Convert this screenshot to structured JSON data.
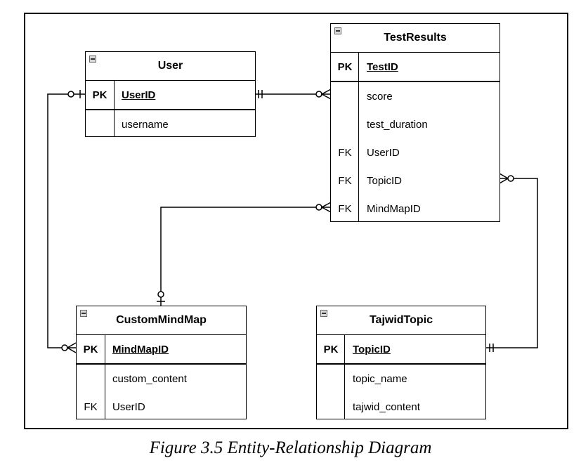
{
  "entities": {
    "user": {
      "name": "User",
      "pk": {
        "key": "PK",
        "attr": "UserID"
      },
      "rows": [
        {
          "key": "",
          "attr": "username"
        }
      ]
    },
    "test_results": {
      "name": "TestResults",
      "pk": {
        "key": "PK",
        "attr": "TestID"
      },
      "rows": [
        {
          "key": "",
          "attr": "score"
        },
        {
          "key": "",
          "attr": "test_duration"
        },
        {
          "key": "FK",
          "attr": "UserID"
        },
        {
          "key": "FK",
          "attr": "TopicID"
        },
        {
          "key": "FK",
          "attr": "MindMapID"
        }
      ]
    },
    "custom_mind_map": {
      "name": "CustomMindMap",
      "pk": {
        "key": "PK",
        "attr": "MindMapID"
      },
      "rows": [
        {
          "key": "",
          "attr": "custom_content"
        },
        {
          "key": "FK",
          "attr": "UserID"
        }
      ]
    },
    "tajwid_topic": {
      "name": "TajwidTopic",
      "pk": {
        "key": "PK",
        "attr": "TopicID"
      },
      "rows": [
        {
          "key": "",
          "attr": "topic_name"
        },
        {
          "key": "",
          "attr": "tajwid_content"
        }
      ]
    }
  },
  "relationships": [
    {
      "from": "User",
      "to": "TestResults",
      "from_cardinality": "exactly-one",
      "to_cardinality": "zero-or-many"
    },
    {
      "from": "User",
      "to": "CustomMindMap",
      "from_cardinality": "zero-or-one",
      "to_cardinality": "zero-or-many"
    },
    {
      "from": "CustomMindMap",
      "to": "TestResults",
      "from_cardinality": "zero-or-one",
      "to_cardinality": "zero-or-many"
    },
    {
      "from": "TajwidTopic",
      "to": "TestResults",
      "from_cardinality": "exactly-one",
      "to_cardinality": "zero-or-many"
    }
  ],
  "caption": "Figure 3.5 Entity-Relationship Diagram"
}
